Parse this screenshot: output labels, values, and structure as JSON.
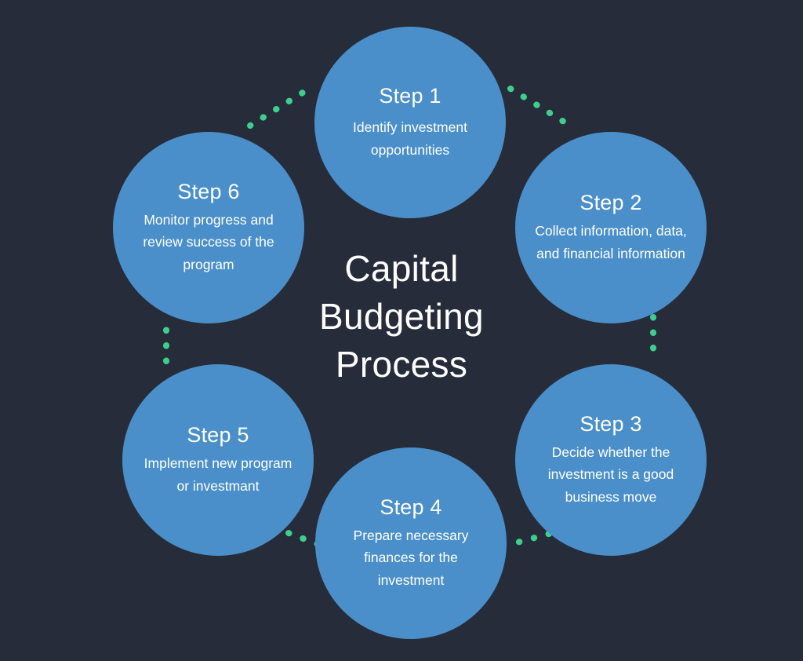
{
  "diagram": {
    "title_lines": [
      "Capital",
      "Budgeting",
      "Process"
    ],
    "title_full": "Capital Budgeting Process",
    "type": "cycle-diagram",
    "colors": {
      "background": "#262c3a",
      "node_fill": "#4a8fc9",
      "node_text": "#ffffff",
      "connector_dot": "#3ecf8e",
      "center_text": "#ffffff"
    },
    "steps": [
      {
        "id": "step-1",
        "title": "Step 1",
        "description": "Identify investment opportunities",
        "desc_lines": [
          "Identify",
          "investment",
          "opportunities"
        ]
      },
      {
        "id": "step-2",
        "title": "Step 2",
        "description": "Collect information, data, and financial information",
        "desc_lines": [
          "Collect information,",
          "data, and financial",
          "information"
        ]
      },
      {
        "id": "step-3",
        "title": "Step 3",
        "description": "Decide whether the investment is a good business move",
        "desc_lines": [
          "Decide whether the",
          "investment is a good",
          "business move"
        ]
      },
      {
        "id": "step-4",
        "title": "Step 4",
        "description": "Prepare necessary finances for the investment",
        "desc_lines": [
          "Prepare necessary",
          "finances for the",
          "investment"
        ]
      },
      {
        "id": "step-5",
        "title": "Step 5",
        "description": "Implement new program or investmant",
        "desc_lines": [
          "Implement new",
          "program or",
          "investmant"
        ]
      },
      {
        "id": "step-6",
        "title": "Step 6",
        "description": "Monitor progress and review success of the program",
        "desc_lines": [
          "Monitor progress and",
          "review success of the",
          "program"
        ]
      }
    ],
    "connectors": [
      {
        "name": "connector-6-to-1",
        "from": "step-6",
        "to": "step-1",
        "style": "dotted"
      },
      {
        "name": "connector-1-to-2",
        "from": "step-1",
        "to": "step-2",
        "style": "dotted"
      },
      {
        "name": "connector-2-to-3",
        "from": "step-2",
        "to": "step-3",
        "style": "dotted"
      },
      {
        "name": "connector-3-to-4",
        "from": "step-3",
        "to": "step-4",
        "style": "dotted"
      },
      {
        "name": "connector-4-to-5",
        "from": "step-4",
        "to": "step-5",
        "style": "dotted"
      },
      {
        "name": "connector-5-to-6",
        "from": "step-5",
        "to": "step-6",
        "style": "dotted"
      }
    ]
  }
}
